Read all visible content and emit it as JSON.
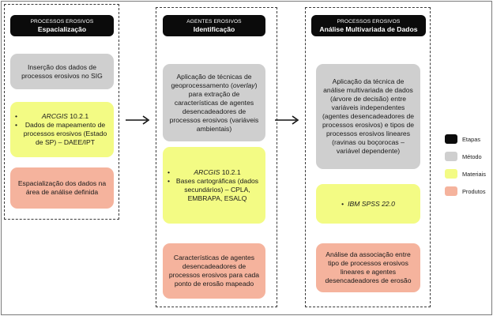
{
  "columns": [
    {
      "header_sub": "PROCESSOS EROSIVOS",
      "header_main": "Espacialização",
      "method": "Inserção dos dados de processos erosivos no SIG",
      "materials": [
        {
          "italic": "ARCGIS",
          "rest": " 10.2.1"
        },
        {
          "italic": "",
          "rest": "Dados de mapeamento de processos erosivos (Estado de SP) – DAEE/IPT"
        }
      ],
      "product": "Espacialização dos dados na área de análise definida"
    },
    {
      "header_sub": "AGENTES EROSIVOS",
      "header_main": "Identificação",
      "method_before": "Aplicação de técnicas de geoprocessamento (",
      "method_italic": "overlay",
      "method_after": ") para extração de características de agentes desencadeadores de processos erosivos (variáveis ambientais)",
      "materials": [
        {
          "italic": "ARCGIS",
          "rest": " 10.2.1"
        },
        {
          "italic": "",
          "rest": "Bases cartográficas (dados secundários) – CPLA, EMBRAPA, ESALQ"
        }
      ],
      "product": "Características de agentes desencadeadores de processos erosivos para cada ponto de erosão mapeado"
    },
    {
      "header_sub": "PROCESSOS EROSIVOS",
      "header_main": "Análise Multivariada de Dados",
      "method": "Aplicação da técnica de análise multivariada de dados (árvore de decisão) entre variáveis independentes (agentes desencadeadores de processos erosivos) e tipos de processos erosivos lineares (ravinas ou boçorocas – variável dependente)",
      "material": "IBM SPSS 22.0",
      "product": "Análise da associação entre tipo de processos erosivos lineares e agentes desencadeadores de erosão"
    }
  ],
  "legend": [
    {
      "label": "Etapas",
      "color": "#0b0b0b"
    },
    {
      "label": "Método",
      "color": "#cfcfcf"
    },
    {
      "label": "Materiais",
      "color": "#f3fb84"
    },
    {
      "label": "Produtos",
      "color": "#f5b39d"
    }
  ]
}
